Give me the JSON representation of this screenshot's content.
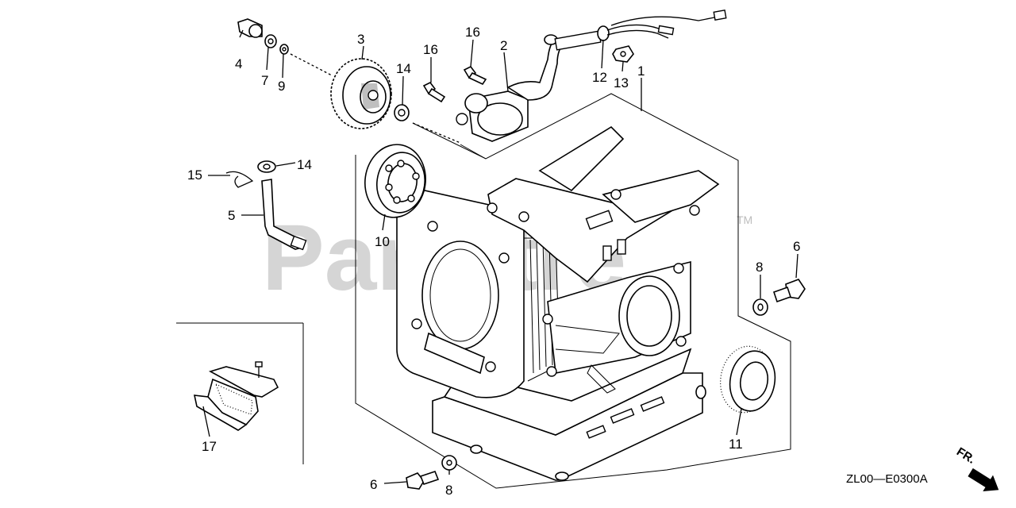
{
  "watermark": {
    "text": "PartStre",
    "mark": "TM"
  },
  "diagram_code": "ZL00—E0300A",
  "direction_label": "FR.",
  "callouts": {
    "c1": "1",
    "c2": "2",
    "c3": "3",
    "c4": "4",
    "c5": "5",
    "c6a": "6",
    "c6b": "6",
    "c7": "7",
    "c8a": "8",
    "c8b": "8",
    "c9": "9",
    "c10": "10",
    "c11": "11",
    "c12": "12",
    "c13": "13",
    "c14a": "14",
    "c14b": "14",
    "c15": "15",
    "c16a": "16",
    "c16b": "16",
    "c17": "17"
  }
}
